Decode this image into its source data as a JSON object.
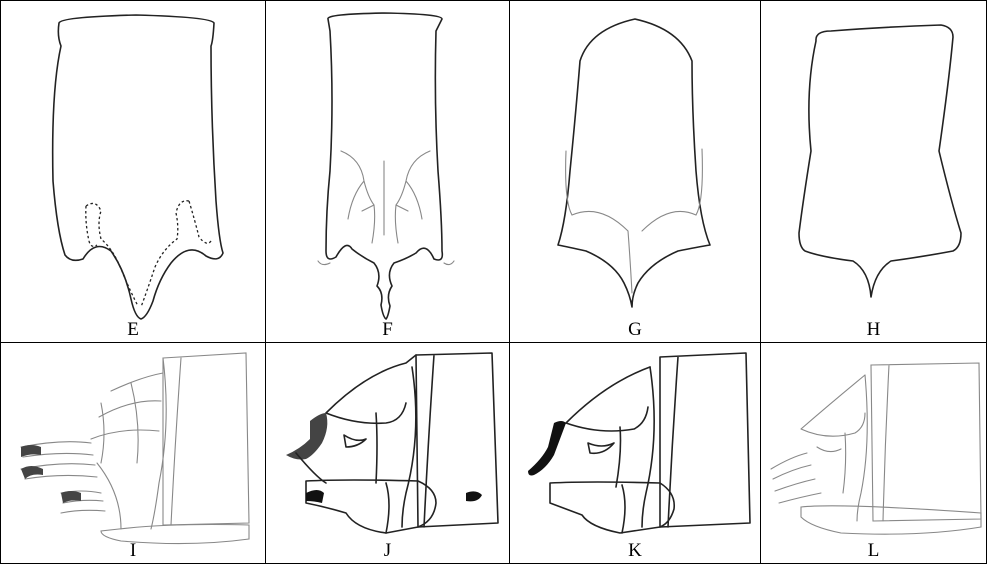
{
  "panels": {
    "E": {
      "label": "E"
    },
    "F": {
      "label": "F"
    },
    "G": {
      "label": "G"
    },
    "H": {
      "label": "H"
    },
    "I": {
      "label": "I"
    },
    "J": {
      "label": "J"
    },
    "K": {
      "label": "K"
    },
    "L": {
      "label": "L"
    }
  }
}
